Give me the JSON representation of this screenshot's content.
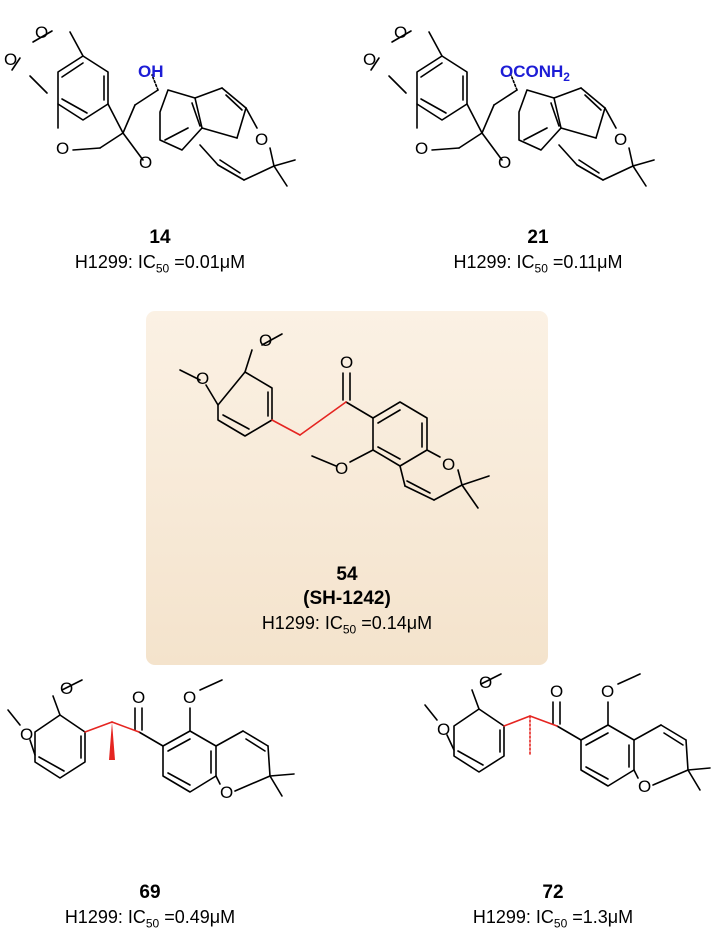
{
  "compounds": [
    {
      "id": "14",
      "substituent_label": "OH",
      "activity": {
        "cell_line": "H1299:",
        "ic_prefix": "IC",
        "ic_sub": "50",
        "ic_value": "=0.01μM"
      },
      "atom_label": "O"
    },
    {
      "id": "21",
      "substituent_label": "OCONH",
      "substituent_sub": "2",
      "activity": {
        "cell_line": "H1299:",
        "ic_prefix": "IC",
        "ic_sub": "50",
        "ic_value": "=0.11μM"
      },
      "atom_label": "O"
    },
    {
      "id": "54",
      "code": "(SH-1242)",
      "activity": {
        "cell_line": "H1299:",
        "ic_prefix": "IC",
        "ic_sub": "50",
        "ic_value": "=0.14μM"
      },
      "atom_label": "O"
    },
    {
      "id": "69",
      "activity": {
        "cell_line": "H1299:",
        "ic_prefix": "IC",
        "ic_sub": "50",
        "ic_value": "=0.49μM"
      },
      "atom_label": "O"
    },
    {
      "id": "72",
      "activity": {
        "cell_line": "H1299:",
        "ic_prefix": "IC",
        "ic_sub": "50",
        "ic_value": "=1.3μM"
      },
      "atom_label": "O"
    }
  ],
  "colors": {
    "highlight_bond": "#e52521",
    "substituent_text": "#1d1dd6",
    "highlight_box": "#f4e3cc"
  }
}
